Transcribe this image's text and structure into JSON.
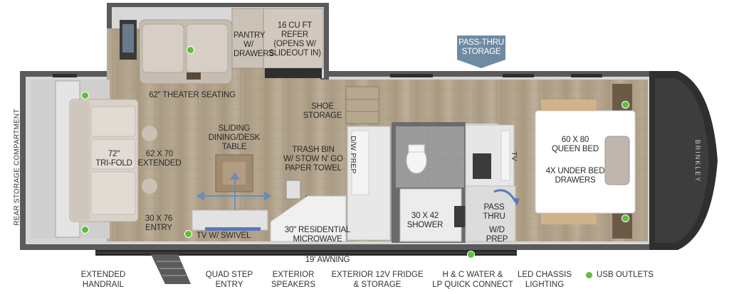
{
  "labels": {
    "pantry": "PANTRY\nw/\nDRAWERS",
    "refer": "16 CU FT\nREFER\n(OPENS w/\nSLIDEOUT IN)",
    "pass_thru_storage": "PASS-THRU\nSTORAGE",
    "theater_seating": "62\" THEATER SEATING",
    "shoe_storage": "SHOE\nSTORAGE",
    "tri_fold": "72\"\nTRI-FOLD",
    "extended": "62 x 70\nEXTENDED",
    "dining_table": "SLIDING\nDINING/DESK\nTABLE",
    "trash_bin": "TRASH BIN\nw/ STOW N' GO\nPAPER TOWEL",
    "dw_prep": "D/W PREP",
    "tv_bedroom": "TV",
    "queen_bed": "60 x 80\nQUEEN BED",
    "under_bed": "4x UNDER BED\nDRAWERS",
    "rear_storage": "REAR STORAGE COMPARTMENT",
    "entry": "30 x 76\nENTRY",
    "tv_swivel": "TV w/ SWIVEL",
    "microwave": "30\" RESIDENTIAL\nMICROWAVE",
    "shower": "30 x 42\nSHOWER",
    "pass_thru": "PASS\nTHRU",
    "wd_prep": "W/D\nPREP",
    "awning": "19' AWNING",
    "brand": "BRINKLEY"
  },
  "legend": {
    "extended_handrail": "EXTENDED\nHANDRAIL",
    "quad_step": "QUAD STEP\nENTRY",
    "exterior_speakers": "EXTERIOR\nSPEAKERS",
    "exterior_fridge": "EXTERIOR 12V FRIDGE\n& STORAGE",
    "hc_water": "H & C WATER &\nLP QUICK CONNECT",
    "led_lighting": "LED CHASSIS\nLIGHTING",
    "usb_outlets": "USB OUTLETS"
  },
  "colors": {
    "usb_dot": "#5ebf3b",
    "callout": "#6f8aa3",
    "wall": "#4a4a4a",
    "floor": "#b3a48f"
  }
}
